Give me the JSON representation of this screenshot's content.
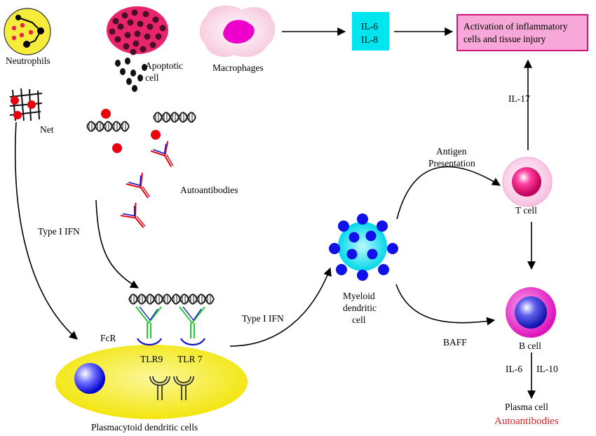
{
  "labels": {
    "neutrophils": "Neutrophils",
    "apoptotic_1": "Apoptotic",
    "apoptotic_2": "cell",
    "macrophages": "Macrophages",
    "il6": "IL-6",
    "il8": "IL-8",
    "activation_1": "Activation of inflammatory",
    "activation_2": "cells and tissue injury",
    "net": "Net",
    "autoantibodies": "Autoantibodies",
    "type1_ifn_left": "Type I IFN",
    "type1_ifn_mid": "Type I IFN",
    "fcr": "FcR",
    "tlr9": "TLR9",
    "tlr7": "TLR 7",
    "plasmacytoid": "Plasmacytoid dendritic cells",
    "myeloid_1": "Myeloid",
    "myeloid_2": "dendritic",
    "myeloid_3": "cell",
    "antigen_1": "Antigen",
    "antigen_2": "Presentation",
    "il17": "IL-17",
    "t_cell": "T cell",
    "b_cell": "B cell",
    "baff": "BAFF",
    "il6_bottom": "IL-6",
    "il10": "IL-10",
    "plasma_cell": "Plasma cell",
    "autoantibodies_out": "Autoantibodies"
  },
  "colors": {
    "neutrophil_fill": "#f5ec3c",
    "apoptotic_fill": "#e8246e",
    "apoptotic_dots": "#4a1020",
    "macrophage_fill": "#fbe3ec",
    "macrophage_nucleus": "#ee00cc",
    "cytokine_box": "#00e5ee",
    "activation_box": "#f7a8d8",
    "activation_border": "#d0006f",
    "red_dot": "#e8000e",
    "antibody_red": "#e8000e",
    "antibody_blue": "#1515c8",
    "pdc_fill": "#f7ef3a",
    "mdc_core": "#00e5ee",
    "mdc_dots": "#1010e8",
    "t_cell_outer": "#fbd2ea",
    "t_cell_inner": "#e8006e",
    "b_cell_outer": "#ee22cc",
    "b_cell_inner": "#2222dd",
    "receptor_green": "#22cc33",
    "tlr_blue": "#1515c8",
    "autoantibodies_text": "#e41a1c"
  },
  "icons": [
    "neutrophil-icon",
    "apoptotic-cell-icon",
    "macrophage-icon",
    "net-icon",
    "dna-icon",
    "antibody-icon",
    "tlr-receptor-icon",
    "myeloid-dendritic-cell-icon",
    "t-cell-icon",
    "b-cell-icon"
  ]
}
